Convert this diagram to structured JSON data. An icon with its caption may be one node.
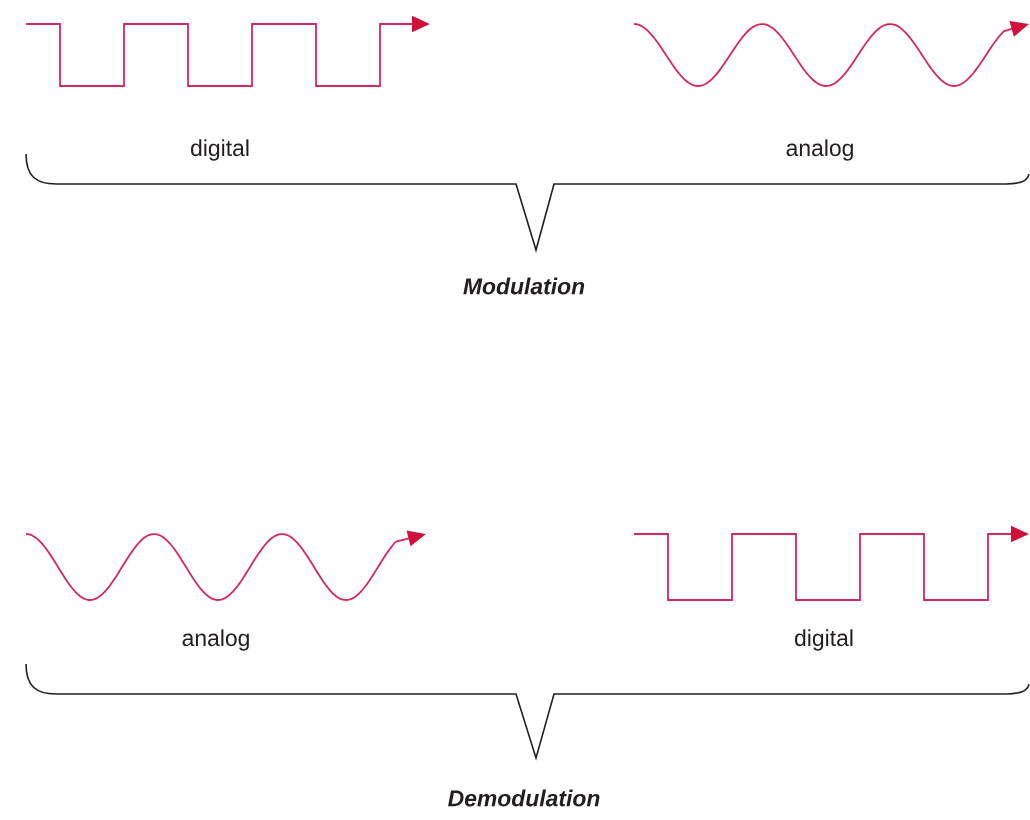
{
  "diagram": {
    "labels": [
      "digital",
      "analog",
      "Modulation",
      "analog",
      "digital",
      "Demodulation"
    ]
  }
}
